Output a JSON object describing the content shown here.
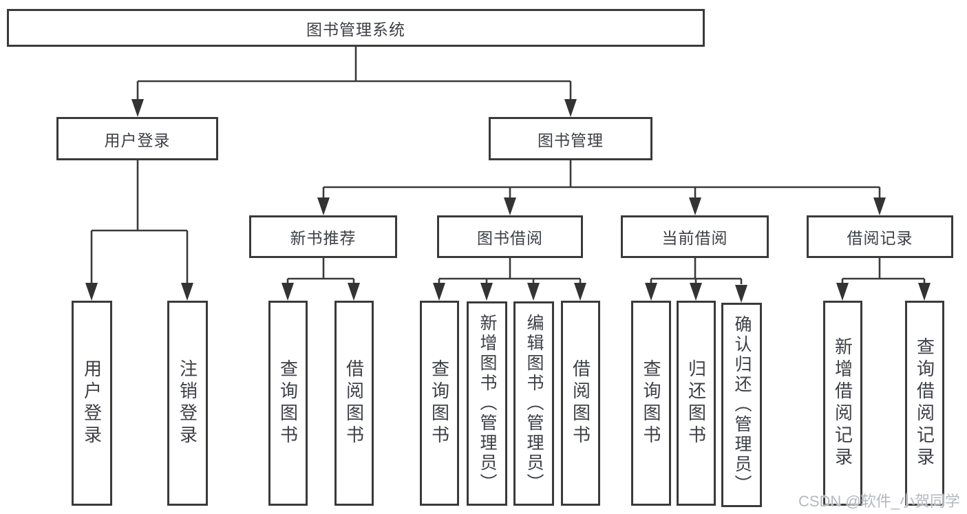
{
  "diagram": {
    "type": "hierarchy-tree",
    "colors": {
      "background": "#ffffff",
      "line": "#3a3a3a",
      "box_border": "#3a3a3a",
      "text": "#3c3f45",
      "watermark": "#b4b8bf"
    },
    "tree": {
      "label": "图书管理系统",
      "children": [
        {
          "label": "用户登录",
          "children": [
            {
              "label": "用户登录"
            },
            {
              "label": "注销登录"
            }
          ]
        },
        {
          "label": "图书管理",
          "children": [
            {
              "label": "新书推荐",
              "children": [
                {
                  "label": "查询图书"
                },
                {
                  "label": "借阅图书"
                }
              ]
            },
            {
              "label": "图书借阅",
              "children": [
                {
                  "label": "查询图书"
                },
                {
                  "label": "新增图书（管理员）"
                },
                {
                  "label": "编辑图书（管理员）"
                },
                {
                  "label": "借阅图书"
                }
              ]
            },
            {
              "label": "当前借阅",
              "children": [
                {
                  "label": "查询图书"
                },
                {
                  "label": "归还图书"
                },
                {
                  "label": "确认归还（管理员）"
                }
              ]
            },
            {
              "label": "借阅记录",
              "children": [
                {
                  "label": "新增借阅记录"
                },
                {
                  "label": "查询借阅记录"
                }
              ]
            }
          ]
        }
      ]
    },
    "watermark": "CSDN @软件_小贺同学"
  }
}
